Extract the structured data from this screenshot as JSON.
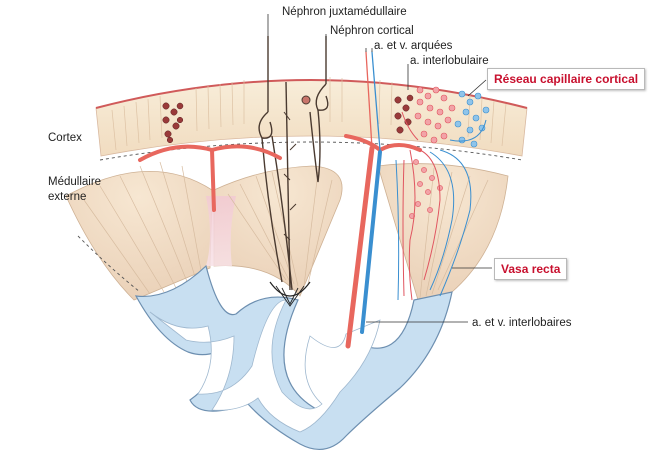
{
  "labels": {
    "nephron_juxta": "Néphron juxtamédullaire",
    "nephron_cortical": "Néphron cortical",
    "arcuate": "a. et v. arquées",
    "interlobular": "a. interlobulaire",
    "cortical_capillary": "Réseau capillaire cortical",
    "cortex": "Cortex",
    "outer_medulla_line1": "Médullaire",
    "outer_medulla_line2": "externe",
    "vasa_recta": "Vasa recta",
    "interlobar": "a. et v. interlobaires"
  },
  "colors": {
    "highlight_text": "#c8102e",
    "artery": "#e8675e",
    "vein": "#3a8fd0",
    "cortex_fill": "#f3e6cf",
    "medulla_fill": "#efdcc4",
    "pelvis_fill": "#c5dcef"
  }
}
